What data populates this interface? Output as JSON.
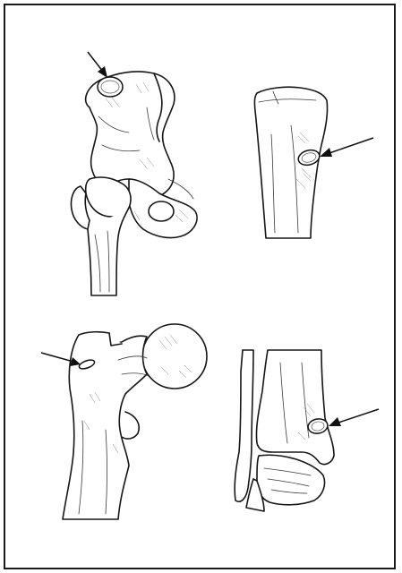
{
  "figure": {
    "panels": [
      {
        "id": "pelvis-hip",
        "lesion": "iliac-crest",
        "arrow_direction": "down-right"
      },
      {
        "id": "proximal-tibia",
        "lesion": "tibial-tuberosity",
        "arrow_direction": "left"
      },
      {
        "id": "proximal-femur",
        "lesion": "greater-trochanter",
        "arrow_direction": "right"
      },
      {
        "id": "distal-tibia-fibula",
        "lesion": "medial-malleolus",
        "arrow_direction": "left"
      }
    ],
    "colors": {
      "line": "#161616",
      "background": "#ffffff",
      "shading": "#8a8a8a"
    }
  }
}
